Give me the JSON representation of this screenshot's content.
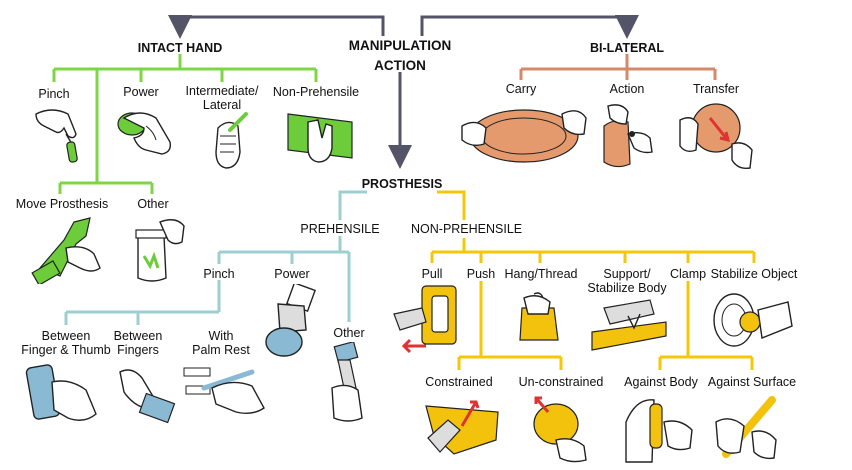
{
  "title": {
    "line1": "MANIPULATION",
    "line2": "ACTION"
  },
  "colors": {
    "dark_arrow": "#535468",
    "intact_hand": "#7dd645",
    "bilateral": "#d4896a",
    "prehensile": "#9dcfd2",
    "non_prehensile": "#f4c70a",
    "object_green": "#6ccc3a",
    "object_orange": "#e49a6c",
    "object_yellow": "#f2c20c",
    "object_blue": "#8ab9d4"
  },
  "intact_hand": {
    "heading": "INTACT HAND",
    "categories": [
      {
        "label": "Pinch",
        "icon": "pinch-green-object-illustration"
      },
      {
        "label": "Power",
        "icon": "power-grip-green-object-illustration"
      },
      {
        "label": "Intermediate/",
        "label2": "Lateral",
        "icon": "lateral-grip-illustration"
      },
      {
        "label": "Non-Prehensile",
        "icon": "flat-hand-on-panel-illustration"
      },
      {
        "label": "Move Prosthesis",
        "icon": "hand-moving-prosthesis-illustration"
      },
      {
        "label": "Other",
        "icon": "hand-holding-jar-illustration"
      }
    ]
  },
  "bilateral": {
    "heading": "BI-LATERAL",
    "categories": [
      {
        "label": "Carry",
        "icon": "two-hands-carrying-tray-illustration"
      },
      {
        "label": "Action",
        "icon": "two-hands-opening-bag-illustration"
      },
      {
        "label": "Transfer",
        "icon": "hand-transferring-object-illustration"
      }
    ]
  },
  "prosthesis": {
    "heading": "PROSTHESIS",
    "prehensile": {
      "heading": "PREHENSILE",
      "pinch": "Pinch",
      "power": "Power",
      "other": "Other",
      "between_finger_thumb": [
        "Between",
        "Finger & Thumb"
      ],
      "between_fingers": [
        "Between",
        "Fingers"
      ],
      "with_palm_rest": [
        "With",
        "Palm Rest"
      ]
    },
    "non_prehensile": {
      "heading": "NON-PREHENSILE",
      "pull": "Pull",
      "push": "Push",
      "hang_thread": "Hang/Thread",
      "support_stabilize": [
        "Support/",
        "Stabilize Body"
      ],
      "clamp": "Clamp",
      "stabilize_object": "Stabilize Object",
      "constrained": "Constrained",
      "unconstrained": "Un-constrained",
      "against_body": "Against Body",
      "against_surface": "Against Surface"
    }
  }
}
